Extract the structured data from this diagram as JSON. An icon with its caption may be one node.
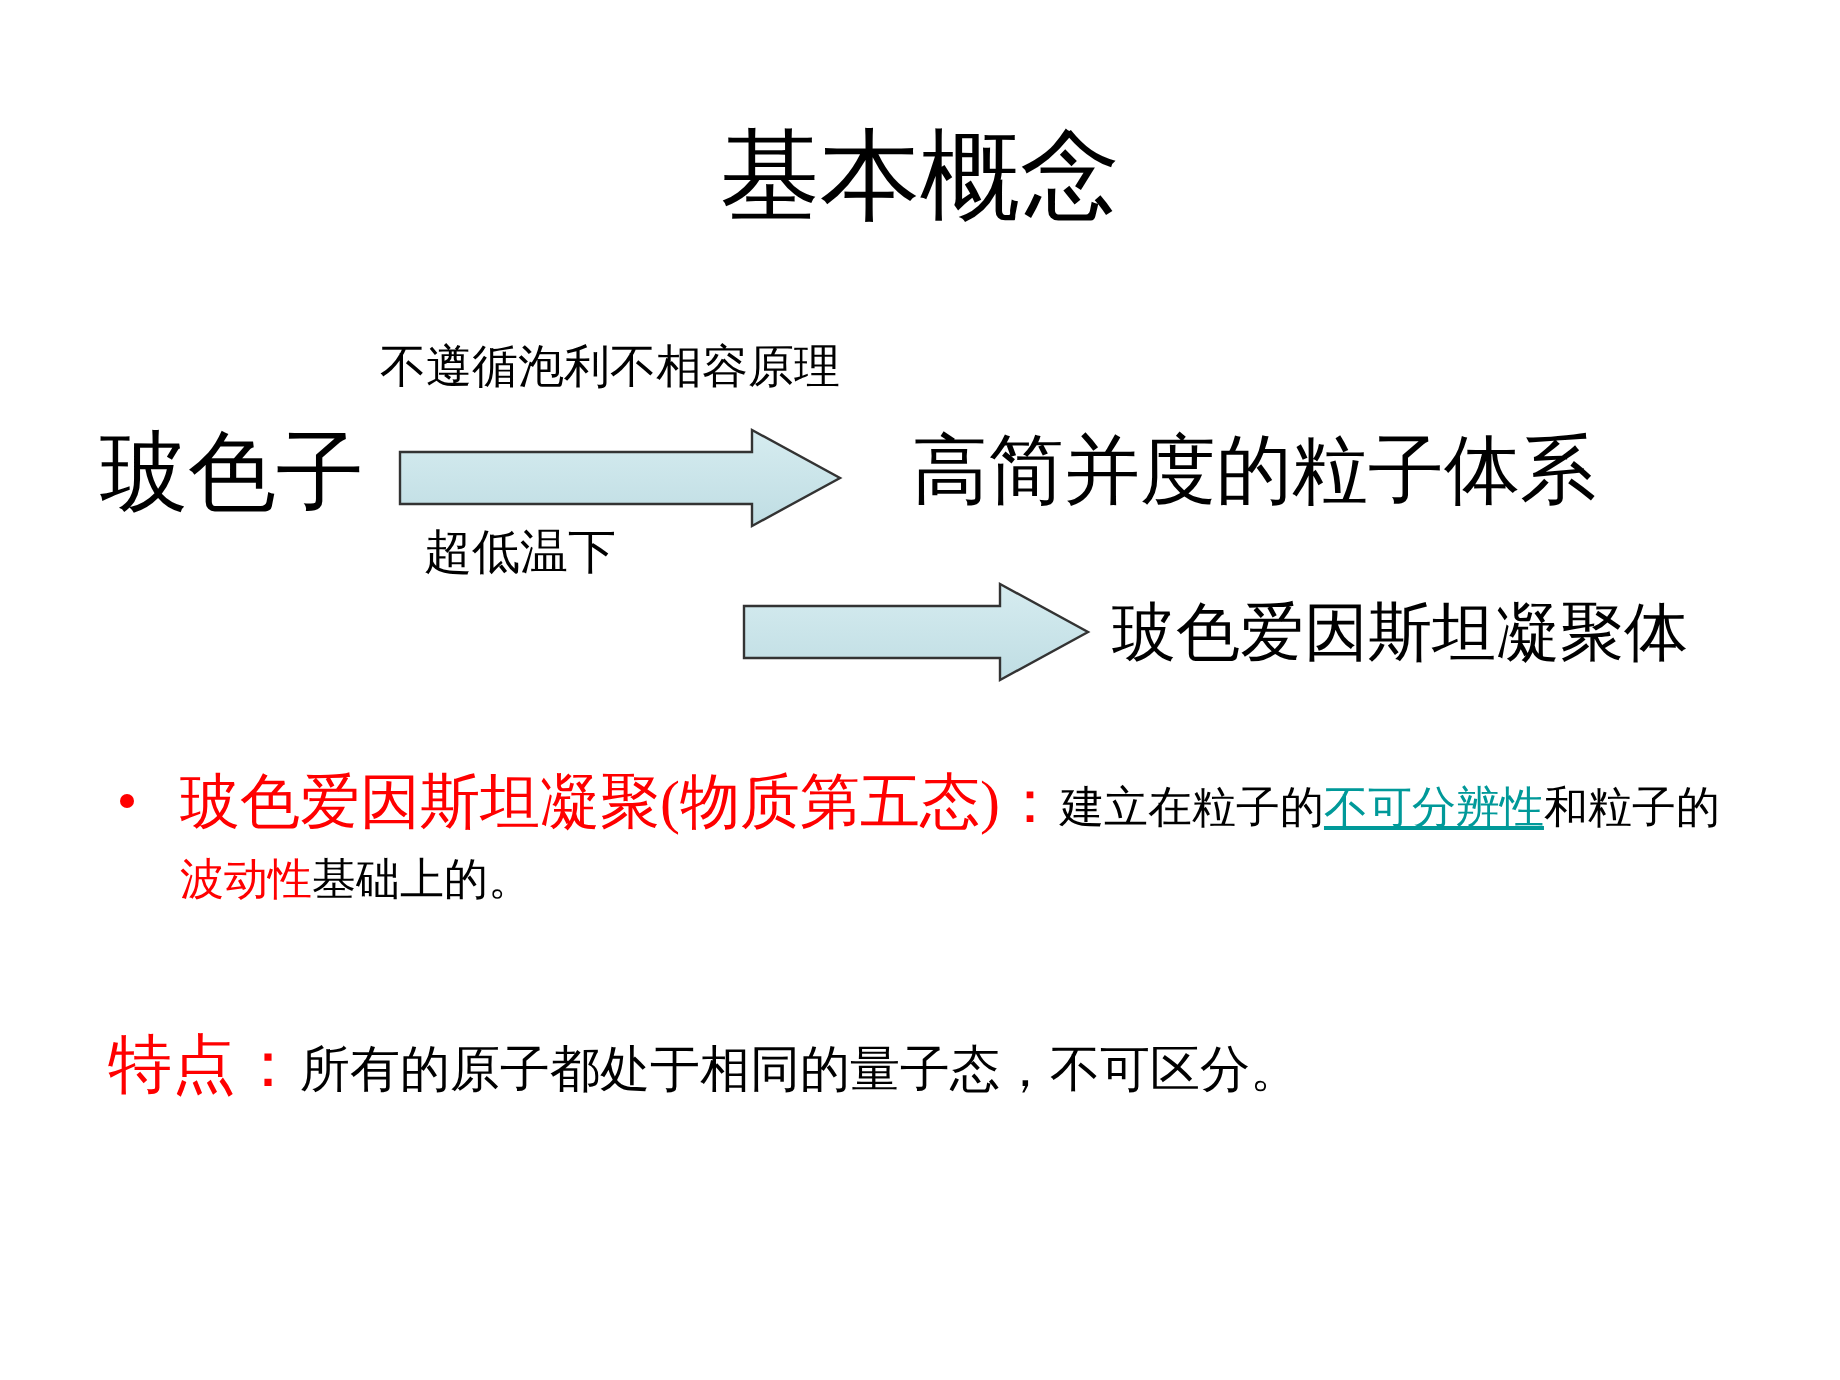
{
  "diagram": {
    "title": "基本概念",
    "nodes": [
      {
        "text": [
          "玻色子"
        ]
      },
      {
        "text": [
          "高简并度的粒子体系"
        ]
      },
      {
        "text": [
          "玻色爱因斯坦凝聚体"
        ]
      }
    ],
    "edges": [
      {
        "from": 0,
        "to": 1,
        "arrow": "to",
        "label": "不遵循泡利不相容原理"
      },
      {
        "from": null,
        "to": 2,
        "arrow": "to"
      }
    ],
    "labels": [
      "超低温下",
      "玻色爱因斯坦凝聚(物质第五态)：",
      "建立在粒子的",
      "不可分辨性",
      "和粒子的",
      "波动性",
      "基础上的。",
      "特点：",
      "所有的原子都处于相同的量子态，不可区分。"
    ]
  }
}
